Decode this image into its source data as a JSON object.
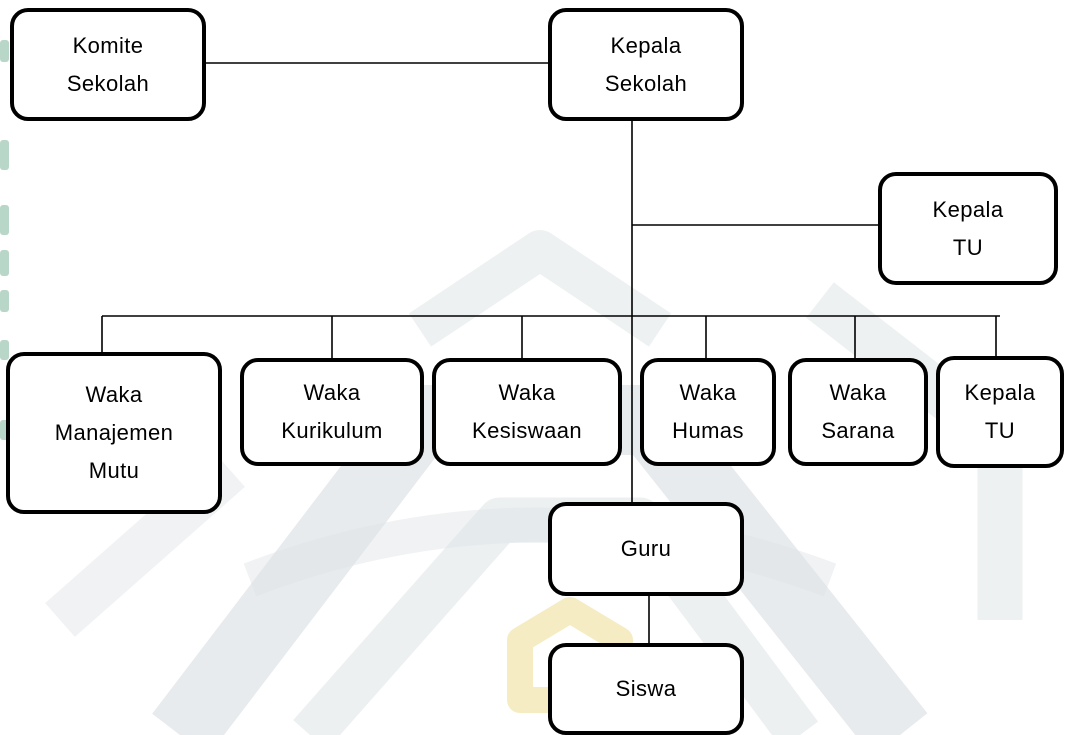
{
  "nodes": {
    "komite_sekolah": "Komite\nSekolah",
    "kepala_sekolah": "Kepala\nSekolah",
    "kepala_tu_top": "Kepala\nTU",
    "waka_manajemen_mutu": "Waka\nManajemen\nMutu",
    "waka_kurikulum": "Waka\nKurikulum",
    "waka_kesiswaan": "Waka\nKesiswaan",
    "waka_humas": "Waka\nHumas",
    "waka_sarana": "Waka\nSarana",
    "kepala_tu_row": "Kepala\nTU",
    "guru": "Guru",
    "siswa": "Siswa"
  },
  "colors": {
    "box_border": "#000000",
    "connector": "#000000",
    "watermark_gray": "#dde3e6",
    "watermark_gold": "#f4e9b8",
    "side_strip": "#7fb79a"
  }
}
